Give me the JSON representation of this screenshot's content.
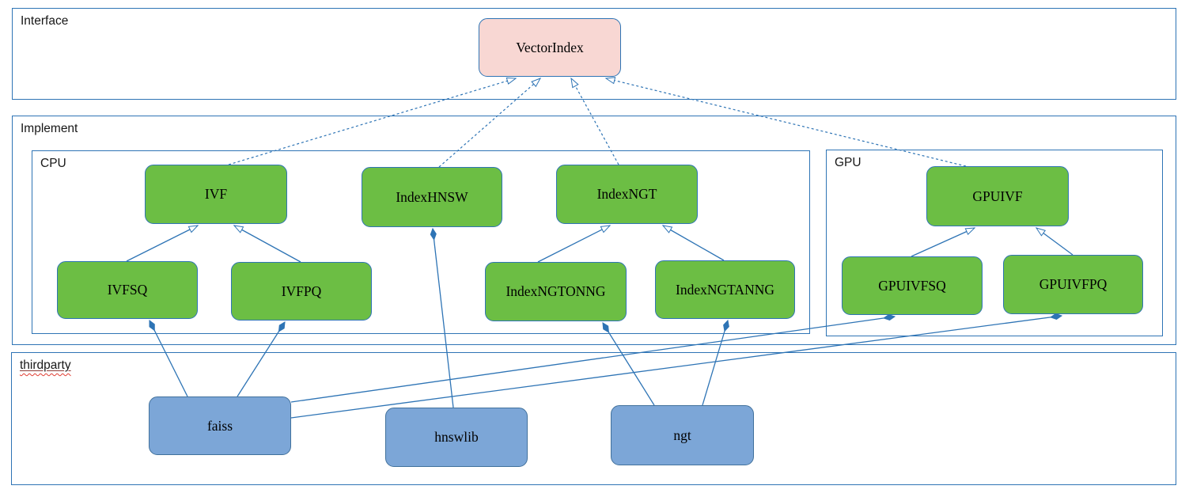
{
  "colors": {
    "container-border": "#2e74b5",
    "node-border": "#2e74b5",
    "edge-blue": "#2e74b5",
    "green-node-fill": "#6cbe44",
    "pink-node-fill": "#f8d7d3",
    "blue-node-fill": "#7ca6d7",
    "blue-node-border": "#41719c",
    "spellcheck-red": "#e03c31"
  },
  "containers": {
    "interface": {
      "label": "Interface"
    },
    "implement": {
      "label": "Implement"
    },
    "cpu": {
      "label": "CPU"
    },
    "gpu": {
      "label": "GPU"
    },
    "thirdparty": {
      "label": "thirdparty"
    }
  },
  "nodes": {
    "vectorindex": {
      "label": "VectorIndex",
      "kind": "interface"
    },
    "ivf": {
      "label": "IVF",
      "kind": "implementation"
    },
    "indexhnsw": {
      "label": "IndexHNSW",
      "kind": "implementation"
    },
    "indexngt": {
      "label": "IndexNGT",
      "kind": "implementation"
    },
    "gpuivf": {
      "label": "GPUIVF",
      "kind": "implementation"
    },
    "ivfsq": {
      "label": "IVFSQ",
      "kind": "implementation"
    },
    "ivfpq": {
      "label": "IVFPQ",
      "kind": "implementation"
    },
    "indexngtonng": {
      "label": "IndexNGTONNG",
      "kind": "implementation"
    },
    "indexngtanng": {
      "label": "IndexNGTANNG",
      "kind": "implementation"
    },
    "gpuivfsq": {
      "label": "GPUIVFSQ",
      "kind": "implementation"
    },
    "gpuivfpq": {
      "label": "GPUIVFPQ",
      "kind": "implementation"
    },
    "faiss": {
      "label": "faiss",
      "kind": "thirdparty"
    },
    "hnswlib": {
      "label": "hnswlib",
      "kind": "thirdparty"
    },
    "ngt": {
      "label": "ngt",
      "kind": "thirdparty"
    }
  },
  "relationships": {
    "realizes_dashed_hollow_arrow": [
      {
        "from": "IVF",
        "to": "VectorIndex"
      },
      {
        "from": "IndexHNSW",
        "to": "VectorIndex"
      },
      {
        "from": "IndexNGT",
        "to": "VectorIndex"
      },
      {
        "from": "GPUIVF",
        "to": "VectorIndex"
      }
    ],
    "inherits_solid_hollow_arrow": [
      {
        "from": "IVFSQ",
        "to": "IVF"
      },
      {
        "from": "IVFPQ",
        "to": "IVF"
      },
      {
        "from": "IndexNGTONNG",
        "to": "IndexNGT"
      },
      {
        "from": "IndexNGTANNG",
        "to": "IndexNGT"
      },
      {
        "from": "GPUIVFSQ",
        "to": "GPUIVF"
      },
      {
        "from": "GPUIVFPQ",
        "to": "GPUIVF"
      }
    ],
    "composition_filled_diamond": [
      {
        "component": "faiss",
        "into": "IVFSQ"
      },
      {
        "component": "faiss",
        "into": "IVFPQ"
      },
      {
        "component": "faiss",
        "into": "GPUIVFSQ"
      },
      {
        "component": "faiss",
        "into": "GPUIVFPQ"
      },
      {
        "component": "hnswlib",
        "into": "IndexHNSW"
      },
      {
        "component": "ngt",
        "into": "IndexNGTONNG"
      },
      {
        "component": "ngt",
        "into": "IndexNGTANNG"
      }
    ]
  }
}
